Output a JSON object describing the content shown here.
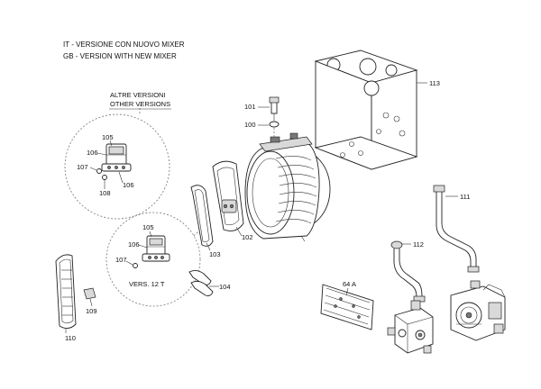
{
  "header": {
    "line_it": "IT - VERSIONE CON NUOVO MIXER",
    "line_gb": "GB - VERSION WITH NEW MIXER"
  },
  "callouts": {
    "other_versions_it": "ALTRE VERSIONI",
    "other_versions_gb": "OTHER VERSIONS",
    "vers_12t": "VERS. 12 T"
  },
  "parts": {
    "p100": "100",
    "p101": "101",
    "p102": "102",
    "p103": "103",
    "p104": "104",
    "p105a": "105",
    "p106a": "106",
    "p106b": "106",
    "p107a": "107",
    "p108": "108",
    "p105b": "105",
    "p106c": "106",
    "p107b": "107",
    "p109": "109",
    "p110": "110",
    "p111": "111",
    "p112": "112",
    "p113": "113",
    "p64a": "64 A"
  }
}
